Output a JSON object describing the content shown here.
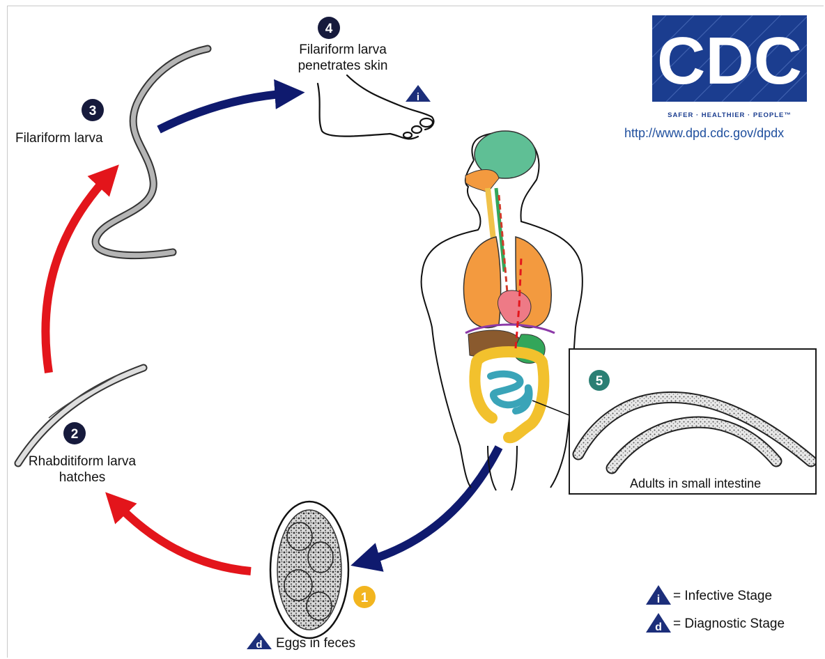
{
  "logo": {
    "text": "CDC",
    "tagline": "SAFER · HEALTHIER · PEOPLE™"
  },
  "source_url": "http://www.dpd.cdc.gov/dpdx",
  "stages": [
    {
      "number": "1",
      "label": "Eggs in feces",
      "marker": "d"
    },
    {
      "number": "2",
      "label_line1": "Rhabditiform larva",
      "label_line2": "hatches"
    },
    {
      "number": "3",
      "label": "Filariform larva"
    },
    {
      "number": "4",
      "label_line1": "Filariform larva",
      "label_line2": "penetrates skin",
      "marker": "i"
    },
    {
      "number": "5",
      "label": "Adults in small intestine"
    }
  ],
  "legend": [
    {
      "marker": "i",
      "text": "= Infective Stage"
    },
    {
      "marker": "d",
      "text": "= Diagnostic Stage"
    }
  ],
  "colors": {
    "navy_arrow": "#0f1a6e",
    "red_arrow": "#e3151b",
    "badge_dark": "#161a3c",
    "badge_teal": "#2b7f74",
    "badge_yellow": "#f2b51f",
    "marker_triangle": "#1c2e7a",
    "logo_blue": "#1b3d8f",
    "url_blue": "#1f4f9e"
  }
}
